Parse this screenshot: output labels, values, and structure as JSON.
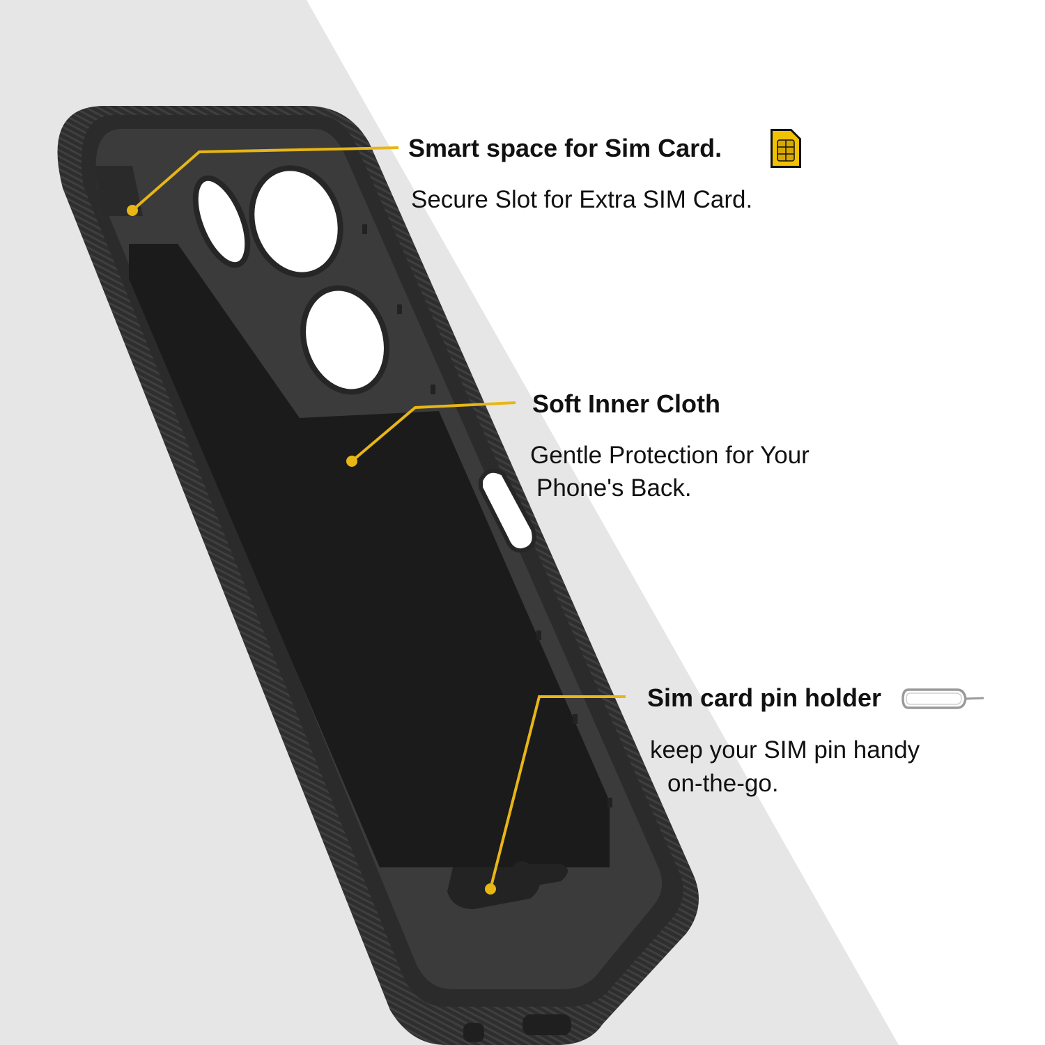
{
  "colors": {
    "background_left": "#e6e6e6",
    "background_right": "#ffffff",
    "case_body": "#353535",
    "case_edge": "#2a2a2a",
    "cloth": "#1b1b1b",
    "callout_line": "#e8b615",
    "sim_card": "#f2c200"
  },
  "callouts": [
    {
      "heading": "Smart space for Sim Card.",
      "lines": [
        "Secure Slot for Extra SIM Card."
      ],
      "icon": "sim-card-icon"
    },
    {
      "heading": "Soft Inner Cloth",
      "lines": [
        "Gentle Protection for Your",
        "Phone's Back."
      ]
    },
    {
      "heading": "Sim card pin holder",
      "lines": [
        "keep your SIM pin handy",
        "on-the-go."
      ],
      "icon": "sim-eject-pin-icon"
    }
  ]
}
